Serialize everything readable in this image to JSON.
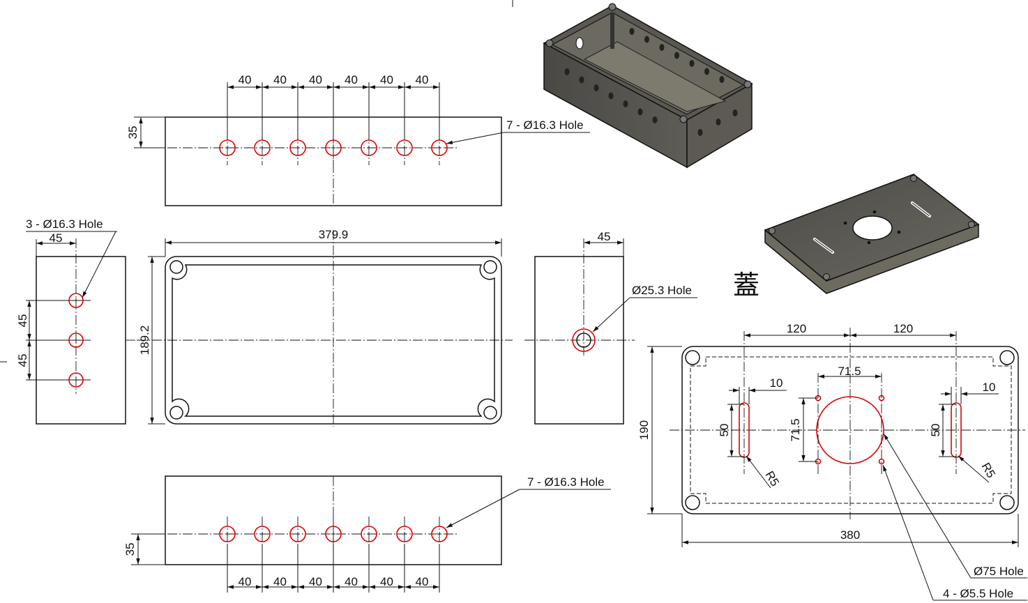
{
  "front_view": {
    "spacing_labels": [
      "40",
      "40",
      "40",
      "40",
      "40",
      "40"
    ],
    "height_label": "35",
    "hole_callout": "7 - Ø16.3 Hole"
  },
  "top_view": {
    "width_label": "379.9",
    "height_label": "189.2"
  },
  "left_view": {
    "hole_callout": "3 - Ø16.3 Hole",
    "offset_label": "45",
    "spacing_labels": [
      "45",
      "45"
    ]
  },
  "right_view": {
    "offset_label": "45",
    "hole_callout": "Ø25.3 Hole"
  },
  "bottom_view": {
    "spacing_labels": [
      "40",
      "40",
      "40",
      "40",
      "40",
      "40"
    ],
    "height_label": "35",
    "hole_callout": "7 - Ø16.3 Hole"
  },
  "lid": {
    "title": "蓋",
    "offset_labels": [
      "120",
      "120"
    ],
    "pattern_h_label": "71.5",
    "pattern_v_label": "71.5",
    "slot_width_labels": [
      "10",
      "10"
    ],
    "slot_length_labels": [
      "50",
      "50"
    ],
    "radius_labels": [
      "R5",
      "R5"
    ],
    "height_label": "190",
    "width_label": "380",
    "center_hole_callout": "Ø75 Hole",
    "mount_hole_callout": "4 - Ø5.5 Hole"
  }
}
